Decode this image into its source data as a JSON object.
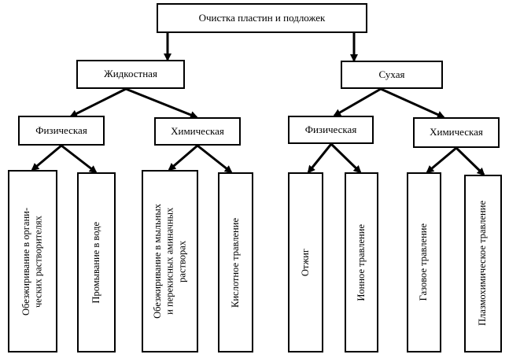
{
  "root": {
    "label": "Очистка пластин и подложек"
  },
  "liquid": {
    "label": "Жидкостная",
    "physical": {
      "label": "Физическая",
      "items": [
        "Обезжиривание в органи-\nческих растворителях",
        "Промывание в воде"
      ]
    },
    "chemical": {
      "label": "Химическая",
      "items": [
        "Обезжиривание в мыльных\nи перекисных аминачных\nрастворах",
        "Кислотное травление"
      ]
    }
  },
  "dry": {
    "label": "Сухая",
    "physical": {
      "label": "Физическая",
      "items": [
        "Отжиг",
        "Ионное травление"
      ]
    },
    "chemical": {
      "label": "Химическая",
      "items": [
        "Газовое травление",
        "Плазмохимическое травление"
      ]
    }
  }
}
